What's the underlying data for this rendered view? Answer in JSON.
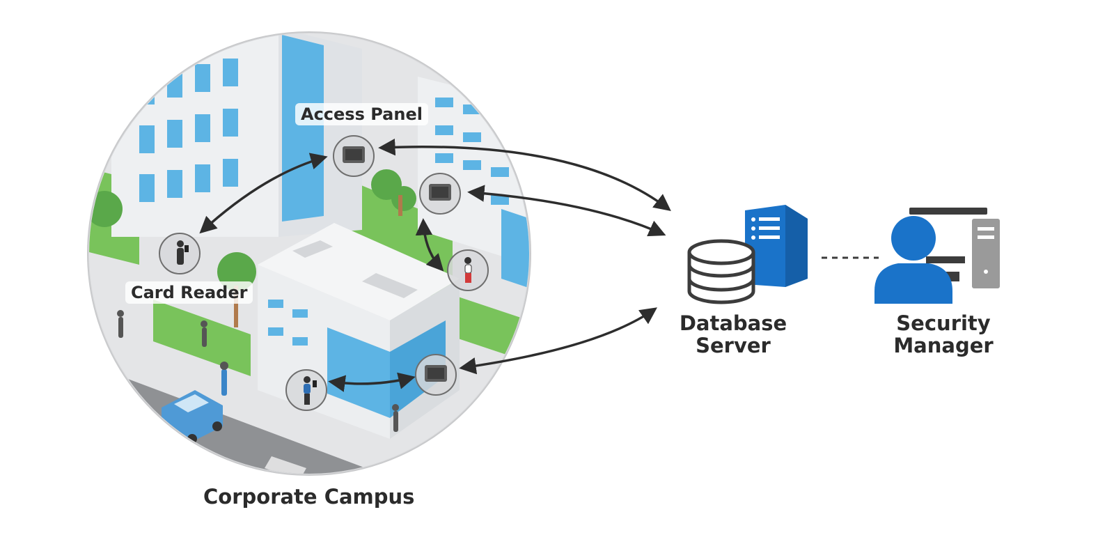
{
  "labels": {
    "access_panel": "Access Panel",
    "card_reader": "Card Reader",
    "campus": "Corporate Campus",
    "database_line1": "Database",
    "database_line2": "Server",
    "manager_line1": "Security",
    "manager_line2": "Manager"
  },
  "colors": {
    "brand_blue": "#1a73c9",
    "glass_blue": "#5db4e4",
    "grass_green": "#79c35b",
    "tree_green": "#5aa84a",
    "arrow": "#2d2d2d",
    "device_gray": "#9a9a9a"
  },
  "icons": [
    "card-reader-icon",
    "access-panel-icon",
    "database-icon",
    "server-icon",
    "user-icon",
    "computer-icon"
  ]
}
